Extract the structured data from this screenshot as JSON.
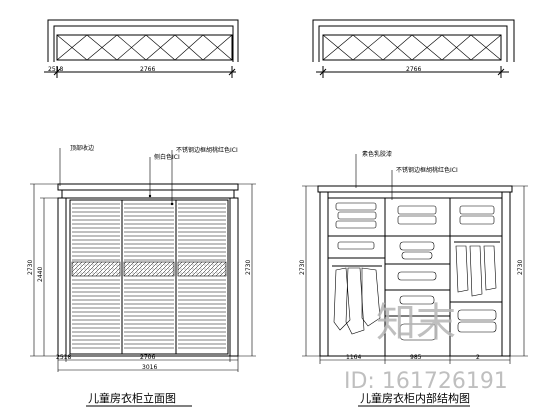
{
  "top_left_plan": {
    "dims": [
      "2518",
      "2766"
    ]
  },
  "top_right_plan": {
    "dims": [
      "2766"
    ]
  },
  "left_elevation": {
    "title": "儿童房衣柜立面图",
    "callouts": [
      "顶部收边",
      "侧白色ICI",
      "不锈钢边框胡桃红色ICI"
    ],
    "left_dims": [
      "2730",
      "2440"
    ],
    "right_dims": [
      "2730"
    ],
    "bottom_dims": [
      "2518",
      "2706",
      "3016"
    ]
  },
  "right_elevation": {
    "title": "儿童房衣柜内部结构图",
    "callouts": [
      "素色乳胶漆",
      "不锈钢边框胡桃红色ICI"
    ],
    "left_dims": [
      "2730"
    ],
    "right_dims": [
      "2730"
    ],
    "bottom_dims": [
      "1164",
      "985",
      "2"
    ]
  },
  "watermark": {
    "brand": "知末",
    "id": "ID: 161726191"
  }
}
